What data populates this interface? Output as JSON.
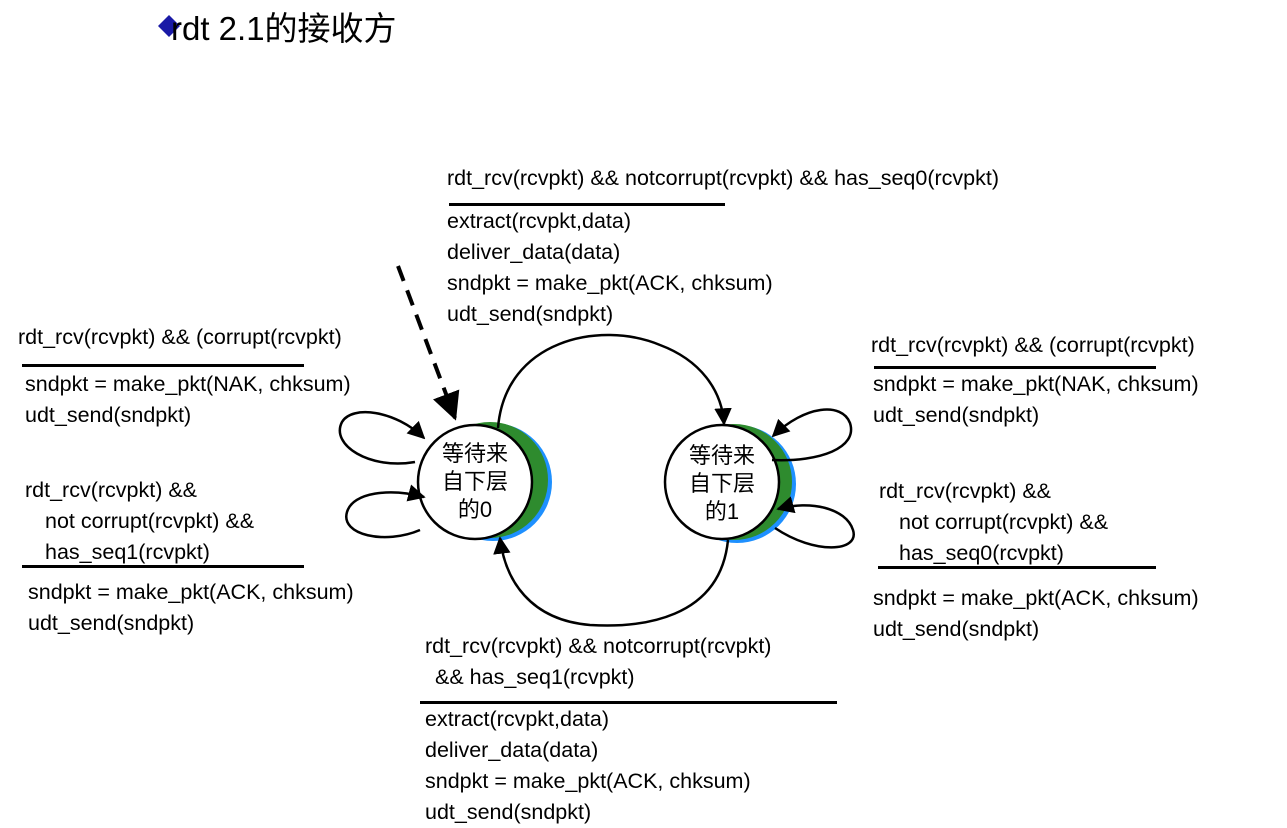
{
  "title": "rdt 2.1的接收方",
  "states": {
    "wait0": [
      "等待来",
      "自下层",
      "的0"
    ],
    "wait1": [
      "等待来",
      "自下层",
      "的1"
    ]
  },
  "transitions": {
    "top": {
      "event": [
        "rdt_rcv(rcvpkt) && notcorrupt(rcvpkt)  && has_seq0(rcvpkt)"
      ],
      "action": [
        "extract(rcvpkt,data)",
        "deliver_data(data)",
        "sndpkt = make_pkt(ACK, chksum)",
        "udt_send(sndpkt)"
      ]
    },
    "left_corrupt": {
      "event": [
        "rdt_rcv(rcvpkt) && (corrupt(rcvpkt)"
      ],
      "action": [
        "sndpkt = make_pkt(NAK, chksum)",
        "udt_send(sndpkt)"
      ]
    },
    "left_seq1": {
      "event": [
        "rdt_rcv(rcvpkt) &&",
        "not corrupt(rcvpkt) &&",
        "has_seq1(rcvpkt)"
      ],
      "action": [
        "sndpkt = make_pkt(ACK, chksum)",
        "udt_send(sndpkt)"
      ]
    },
    "right_corrupt": {
      "event": [
        "rdt_rcv(rcvpkt) && (corrupt(rcvpkt)"
      ],
      "action": [
        "sndpkt = make_pkt(NAK, chksum)",
        "udt_send(sndpkt)"
      ]
    },
    "right_seq0": {
      "event": [
        "rdt_rcv(rcvpkt) &&",
        "not corrupt(rcvpkt) &&",
        "has_seq0(rcvpkt)"
      ],
      "action": [
        "sndpkt = make_pkt(ACK, chksum)",
        "udt_send(sndpkt)"
      ]
    },
    "bottom": {
      "event": [
        "rdt_rcv(rcvpkt) && notcorrupt(rcvpkt)",
        " && has_seq1(rcvpkt)"
      ],
      "action": [
        "extract(rcvpkt,data)",
        "deliver_data(data)",
        "sndpkt = make_pkt(ACK, chksum)",
        "udt_send(sndpkt)"
      ]
    }
  },
  "colors": {
    "bullet": "#1a1aa6",
    "state_fill": "#ffffff",
    "state_shadow_green": "#2e8b2e",
    "state_shadow_blue": "#1e90ff",
    "line": "#000000"
  }
}
